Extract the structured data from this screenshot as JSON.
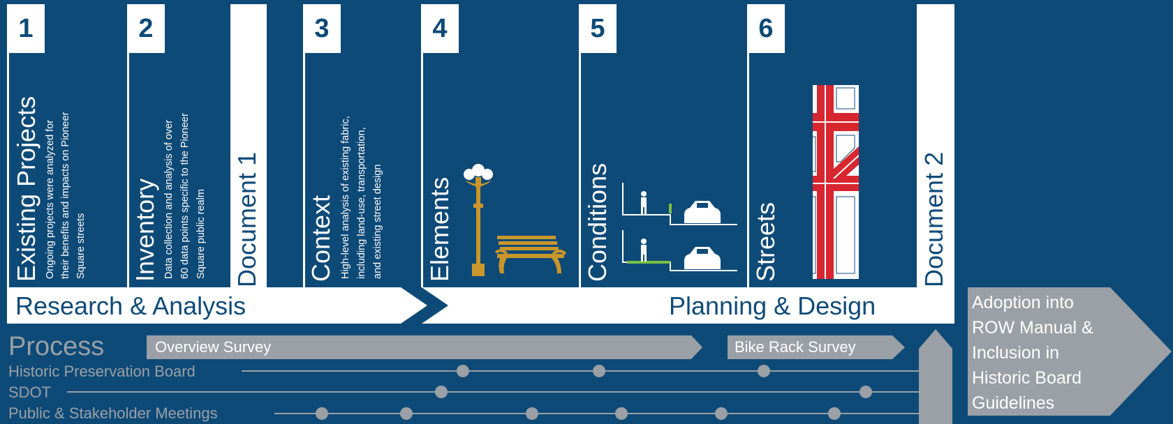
{
  "steps": [
    {
      "number": "1",
      "title": "Existing Projects",
      "desc": [
        "Ongoing projects were  analyzed for",
        "their benefits and impacts on Pioneer",
        "Square streets"
      ]
    },
    {
      "number": "2",
      "title": "Inventory",
      "desc": [
        "Data collection and analysis of over",
        "60 data points specific to the Pioneer",
        "Square public realm"
      ]
    },
    {
      "number": "3",
      "title": "Context",
      "desc": [
        "High-level analysis of existing fabric,",
        "including land-use, transportation,",
        "and existing street design"
      ]
    },
    {
      "number": "4",
      "title": "Elements"
    },
    {
      "number": "5",
      "title": "Conditions"
    },
    {
      "number": "6",
      "title": "Streets"
    }
  ],
  "documents": {
    "doc1": "Document 1",
    "doc2": "Document 2"
  },
  "bands": {
    "research": "Research & Analysis",
    "planning": "Planning & Design"
  },
  "process": {
    "label": "Process",
    "surveys": {
      "overview": "Overview Survey",
      "bike_rack": "Bike Rack Survey"
    },
    "rows": {
      "historic": "Historic Preservation Board",
      "sdot": "SDOT",
      "public": "Public & Stakeholder Meetings"
    }
  },
  "adoption": {
    "lines": [
      "Adoption into",
      "ROW Manual &",
      "Inclusion in",
      "Historic Board",
      "Guidelines"
    ]
  },
  "colors": {
    "background": "#0e4a77",
    "white": "#ffffff",
    "grey": "#9aa0a6",
    "gold": "#c9962b",
    "street_red": "#d8262e",
    "curb_green": "#7ac143"
  }
}
